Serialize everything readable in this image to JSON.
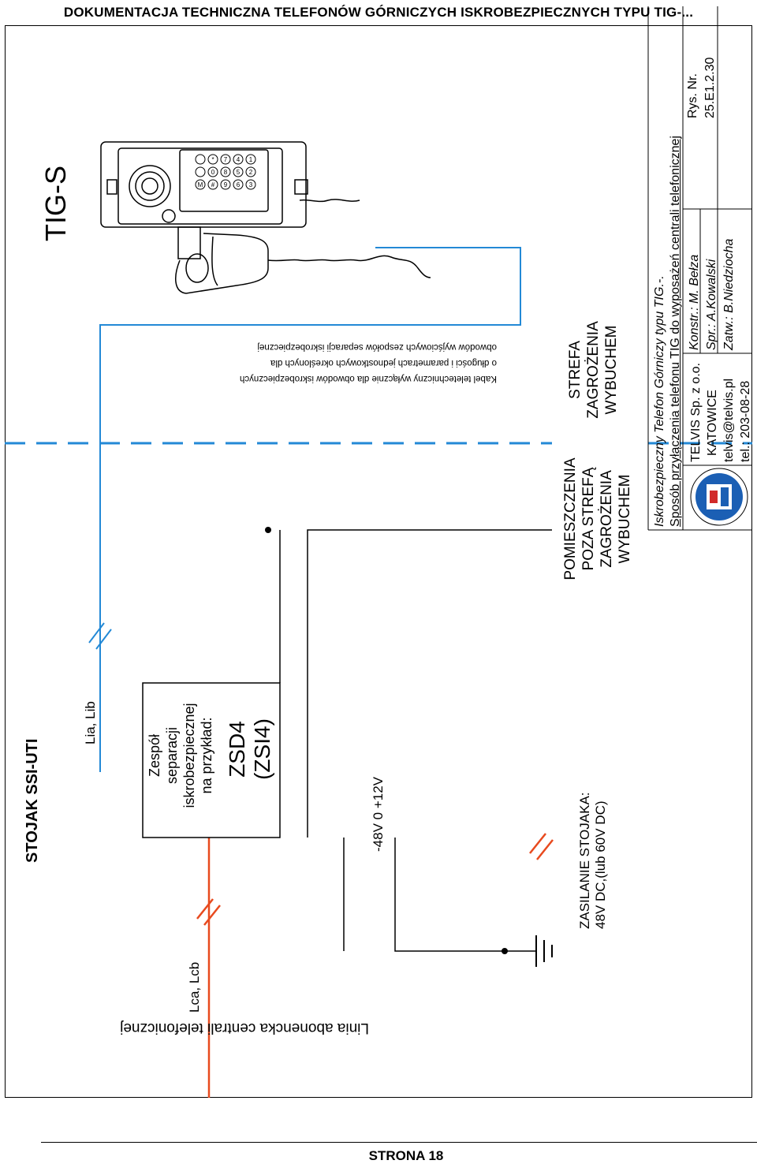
{
  "header": {
    "title": "DOKUMENTACJA TECHNICZNA TELEFONÓW GÓRNICZYCH ISKROBEZPIECZNYCH TYPU TIG-..."
  },
  "footer": {
    "page": "STRONA 18"
  },
  "rack": {
    "title": "STOJAK  SSI-UTI",
    "box_lines": [
      "Zespół",
      "separacji",
      "iskrobezpiecznej",
      "na przykład:"
    ],
    "box_model": "ZSD4",
    "box_model_alt": "(ZSI4)",
    "power_terminals": "-48V    0    +12V",
    "power_title": "ZASILANIE  STOJAKA:",
    "power_note": "48V  DC,(lub 60V DC)"
  },
  "lines": {
    "lca": "Lca, Lcb",
    "lia": "Lia, Lib",
    "subscriber": "Linia abonencka centrali telefonicznej"
  },
  "phone": {
    "label": "TIG-S",
    "keys": [
      "1",
      "2",
      "3",
      "4",
      "5",
      "6",
      "7",
      "8",
      "9",
      "*",
      "0",
      "#",
      "",
      "",
      "M"
    ]
  },
  "cable_note": [
    "Kabel teletechniczny wyłącznie dla obwodów iskrobezpiecznych",
    "o długości i parametrach jednostkowych określonych dla",
    "obwodów wyjściowych zespołów separacji iskrobezpiecznej"
  ],
  "zones": {
    "safe": [
      "POMIESZCZENIA",
      "POZA STREFĄ",
      "ZAGROŻENIA",
      "WYBUCHEM"
    ],
    "hazard": [
      "STREFA",
      "ZAGROŻENIA",
      "WYBUCHEM"
    ]
  },
  "title_block": {
    "line1": "Iskrobezpieczny Telefon Górniczy typu TIG.-.",
    "line2": "Sposób przyłączenia telefonu TIG do wyposażeń centrali telefonicznej",
    "company": "TELVIS Sp. z o.o.",
    "city": "KATOWICE",
    "email": "telvis@telvis.pl",
    "phone": "tel.: 203-08-28",
    "konstr": "Konstr.: M. Bełza",
    "spr": "Spr.:     A.Kowalski",
    "zatw": "Zatw.:   B.Niedziocha",
    "rys_label": "Rys. Nr.",
    "rys_value": "25.E1.2.30"
  },
  "colors": {
    "blue": "#2389d6",
    "red": "#e84a1e",
    "black": "#000000"
  }
}
